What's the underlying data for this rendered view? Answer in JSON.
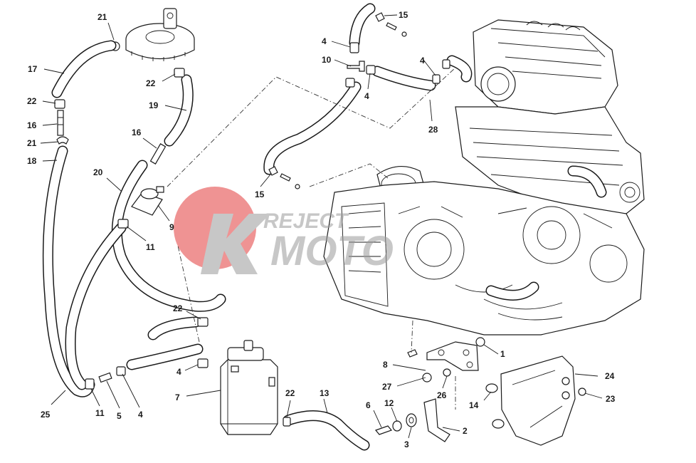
{
  "diagram": {
    "type": "exploded-parts-diagram",
    "watermark": {
      "text_top": "REJECT",
      "text_bottom": "MOTO"
    },
    "callouts": [
      {
        "id": "c21a",
        "label": "21"
      },
      {
        "id": "c17",
        "label": "17"
      },
      {
        "id": "c22a",
        "label": "22"
      },
      {
        "id": "c16a",
        "label": "16"
      },
      {
        "id": "c21b",
        "label": "21"
      },
      {
        "id": "c18",
        "label": "18"
      },
      {
        "id": "c22b",
        "label": "22"
      },
      {
        "id": "c19",
        "label": "19"
      },
      {
        "id": "c16b",
        "label": "16"
      },
      {
        "id": "c20",
        "label": "20"
      },
      {
        "id": "c9",
        "label": "9"
      },
      {
        "id": "c11a",
        "label": "11"
      },
      {
        "id": "c15a",
        "label": "15"
      },
      {
        "id": "c4a",
        "label": "4"
      },
      {
        "id": "c10",
        "label": "10"
      },
      {
        "id": "c4b",
        "label": "4"
      },
      {
        "id": "c4c",
        "label": "4"
      },
      {
        "id": "c28",
        "label": "28"
      },
      {
        "id": "c15b",
        "label": "15"
      },
      {
        "id": "c22c",
        "label": "22"
      },
      {
        "id": "c4d",
        "label": "4"
      },
      {
        "id": "c7",
        "label": "7"
      },
      {
        "id": "c25",
        "label": "25"
      },
      {
        "id": "c11b",
        "label": "11"
      },
      {
        "id": "c5",
        "label": "5"
      },
      {
        "id": "c4e",
        "label": "4"
      },
      {
        "id": "c22d",
        "label": "22"
      },
      {
        "id": "c13",
        "label": "13"
      },
      {
        "id": "c1",
        "label": "1"
      },
      {
        "id": "c8",
        "label": "8"
      },
      {
        "id": "c27",
        "label": "27"
      },
      {
        "id": "c26",
        "label": "26"
      },
      {
        "id": "c24",
        "label": "24"
      },
      {
        "id": "c23",
        "label": "23"
      },
      {
        "id": "c14",
        "label": "14"
      },
      {
        "id": "c6",
        "label": "6"
      },
      {
        "id": "c12",
        "label": "12"
      },
      {
        "id": "c3",
        "label": "3"
      },
      {
        "id": "c2",
        "label": "2"
      }
    ]
  }
}
